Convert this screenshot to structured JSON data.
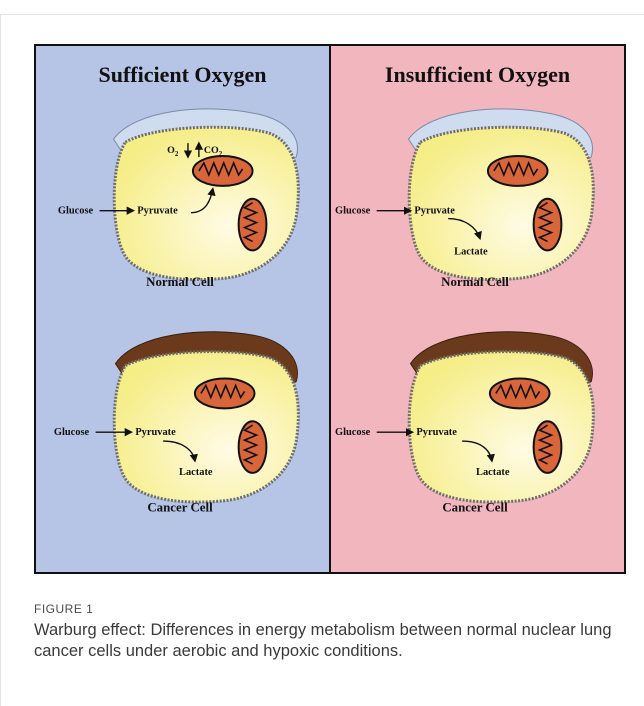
{
  "panels": [
    {
      "title": "Sufficient Oxygen",
      "color": "#b6c4e6",
      "top_cell": {
        "label": "Normal Cell",
        "glucose": "Glucose",
        "pyruvate": "Pyruvate",
        "o2": "O",
        "o2_sub": "2",
        "co2": "CO",
        "co2_sub": "2"
      },
      "bottom_cell": {
        "label": "Cancer Cell",
        "glucose": "Glucose",
        "pyruvate": "Pyruvate",
        "lactate": "Lactate"
      }
    },
    {
      "title": "Insufficient Oxygen",
      "color": "#f2b6bf",
      "top_cell": {
        "label": "Normal Cell",
        "glucose": "Glucose",
        "pyruvate": "Pyruvate",
        "lactate": "Lactate"
      },
      "bottom_cell": {
        "label": "Cancer Cell",
        "glucose": "Glucose",
        "pyruvate": "Pyruvate",
        "lactate": "Lactate"
      }
    }
  ],
  "caption": {
    "label": "FIGURE 1",
    "text": "Warburg effect: Differences in energy metabolism between normal nuclear lung cancer cells under aerobic and hypoxic conditions."
  }
}
